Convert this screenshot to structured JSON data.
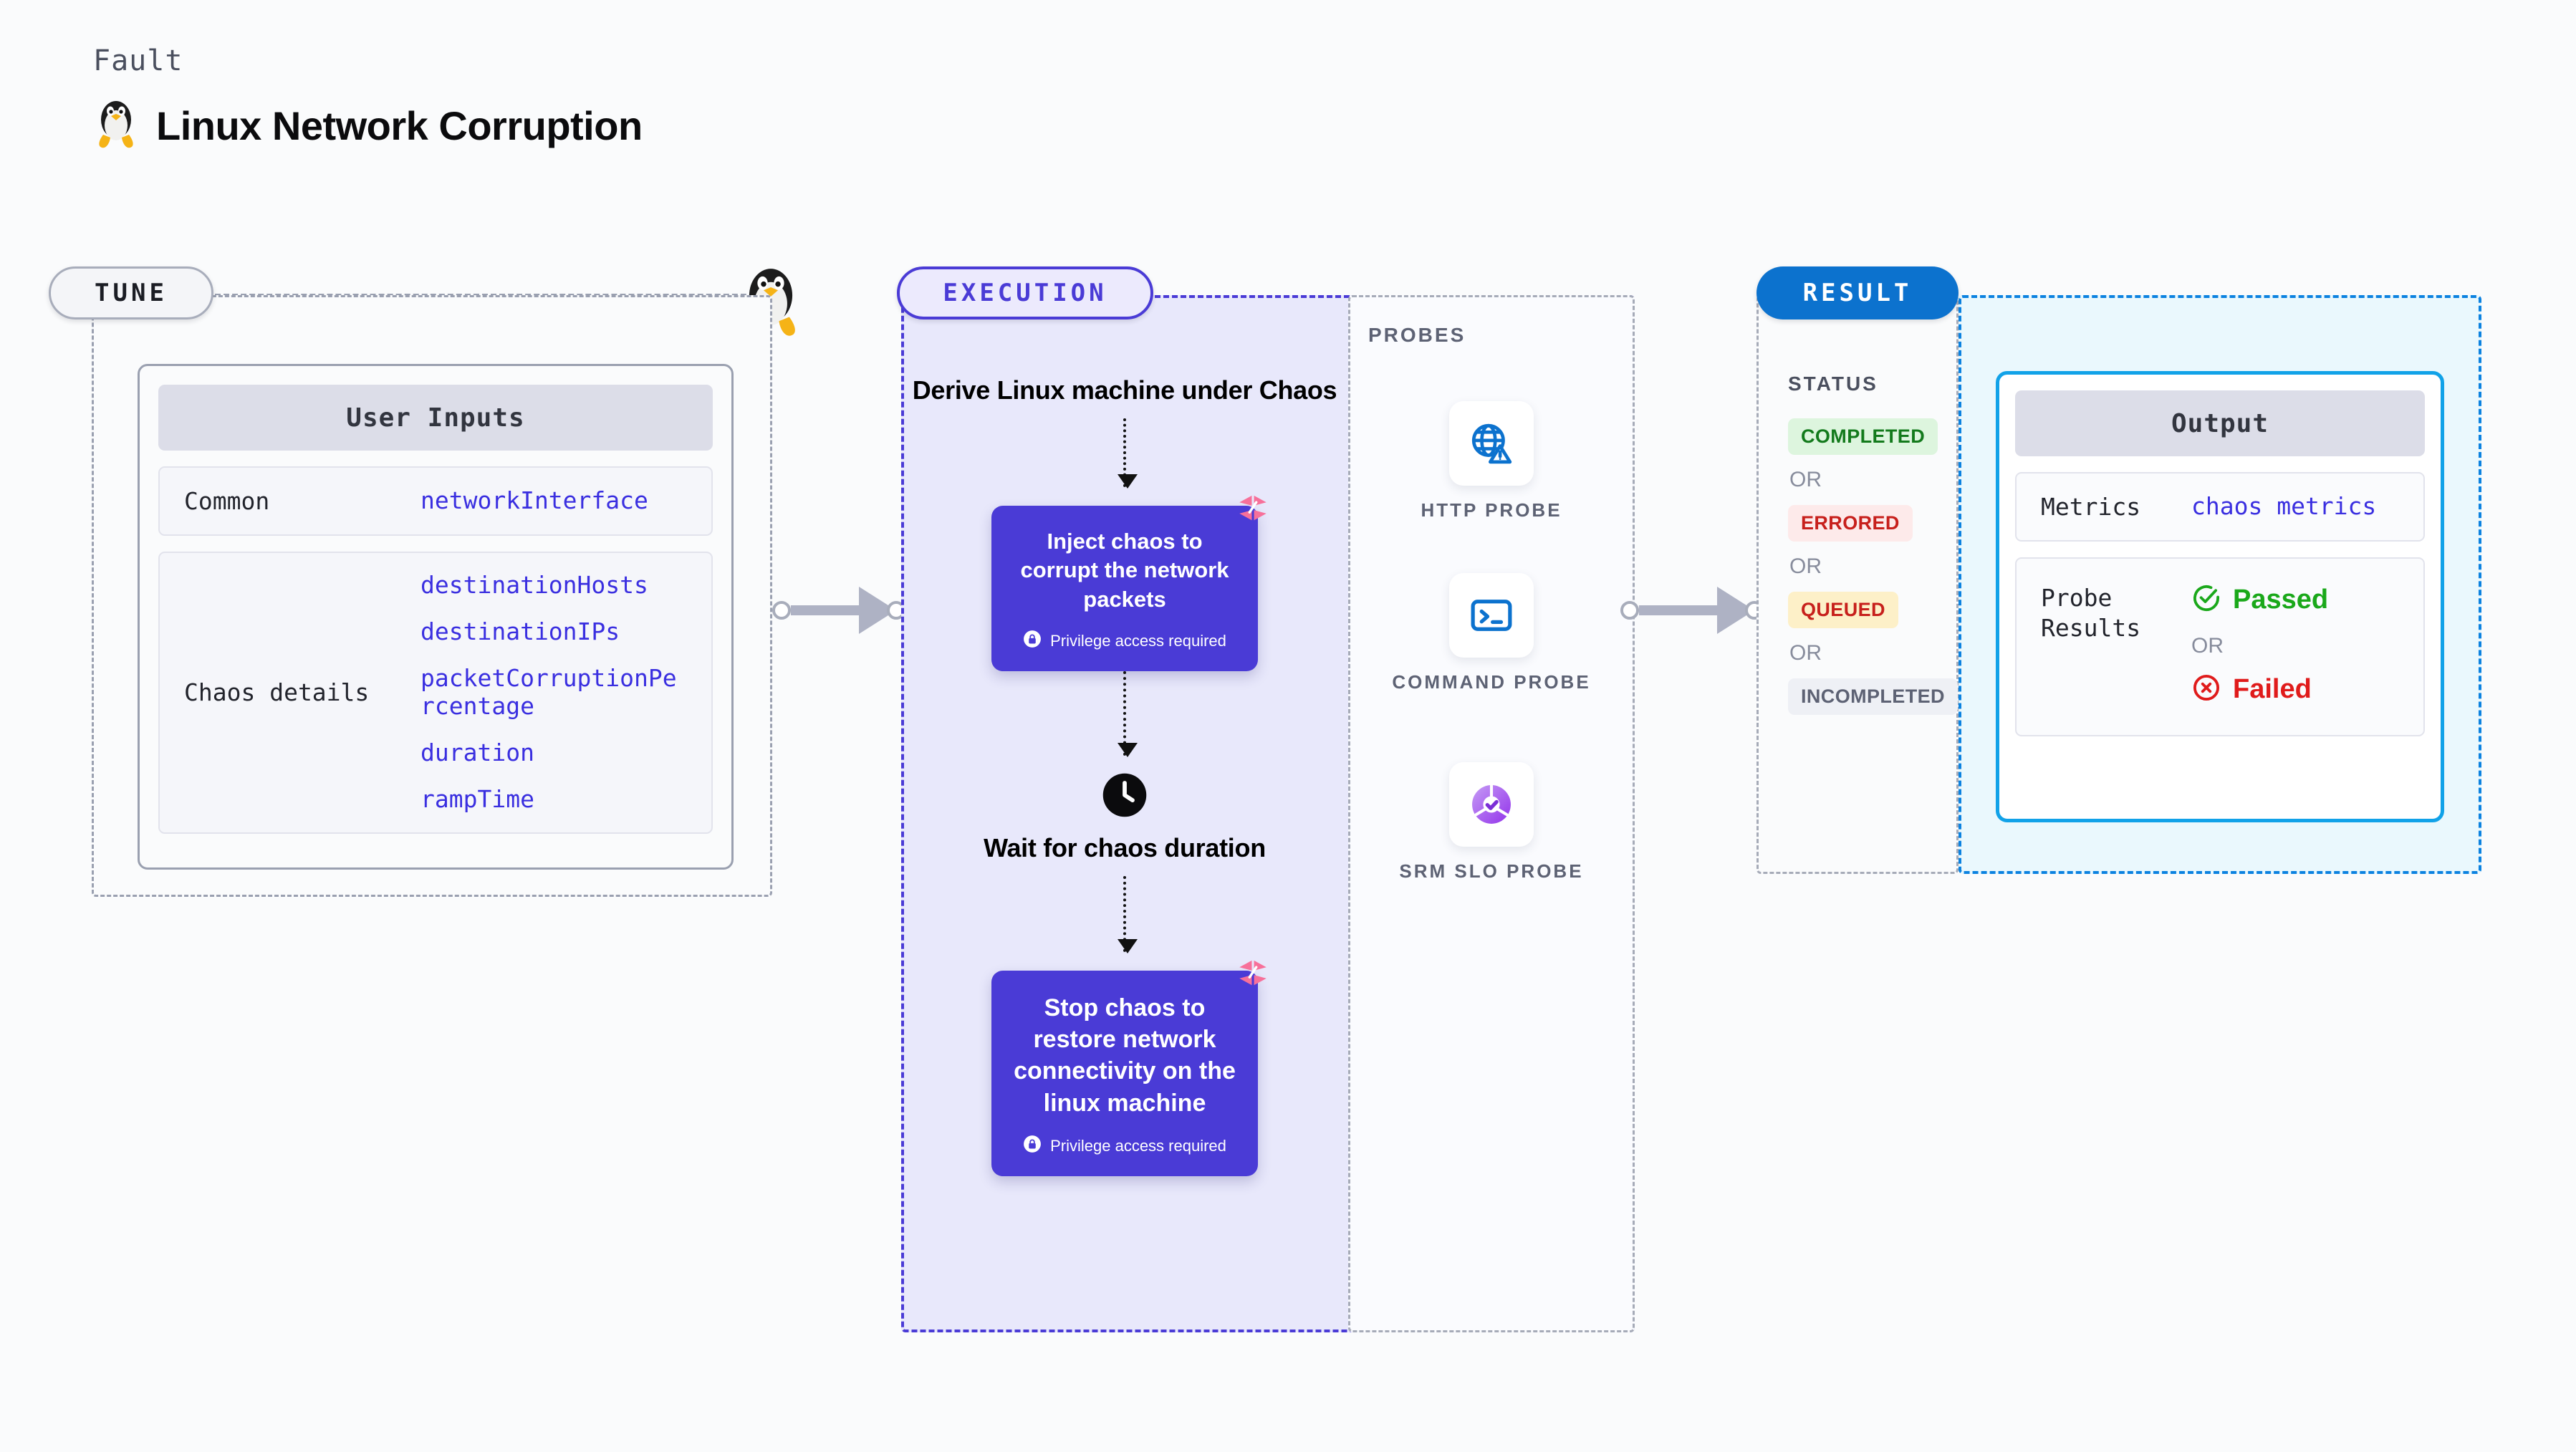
{
  "header": {
    "kicker": "Fault",
    "title": "Linux Network Corruption",
    "logo_icon": "linux-penguin-icon"
  },
  "tune": {
    "pill_label": "TUNE",
    "card_title": "User Inputs",
    "rows": [
      {
        "key": "Common",
        "values": [
          "networkInterface"
        ]
      },
      {
        "key": "Chaos details",
        "values": [
          "destinationHosts",
          "destinationIPs",
          "packetCorruptionPercentage",
          "duration",
          "rampTime"
        ]
      }
    ]
  },
  "execution": {
    "pill_label": "EXECUTION",
    "start_label": "Derive Linux machine under Chaos",
    "inject_node": {
      "text": "Inject chaos to corrupt the network packets",
      "privilege_text": "Privilege access required"
    },
    "wait_label": "Wait for chaos duration",
    "stop_node": {
      "text": "Stop chaos to restore network connectivity on the linux machine",
      "privilege_text": "Privilege access required"
    }
  },
  "probes": {
    "label": "PROBES",
    "items": [
      {
        "label": "HTTP PROBE",
        "icon": "globe-warning-icon"
      },
      {
        "label": "COMMAND PROBE",
        "icon": "terminal-icon"
      },
      {
        "label": "SRM SLO PROBE",
        "icon": "donut-check-icon"
      }
    ]
  },
  "result": {
    "pill_label": "RESULT",
    "status_label": "STATUS",
    "or_label": "OR",
    "statuses": [
      {
        "label": "COMPLETED",
        "bg": "#ddf5de",
        "fg": "#137a1c"
      },
      {
        "label": "ERRORED",
        "bg": "#fdeaea",
        "fg": "#c7201c"
      },
      {
        "label": "QUEUED",
        "bg": "#fdf0c8",
        "fg": "#c7201c"
      },
      {
        "label": "INCOMPLETED",
        "bg": "#eef0f5",
        "fg": "#5d6274"
      }
    ],
    "output": {
      "card_title": "Output",
      "metrics_key": "Metrics",
      "metrics_value": "chaos metrics",
      "probe_results_key": "Probe Results",
      "passed_label": "Passed",
      "failed_label": "Failed",
      "or_label": "OR"
    }
  },
  "colors": {
    "execution_accent": "#4a3bd6",
    "result_accent": "#0c72ce",
    "output_accent": "#11a2e8",
    "value_blue": "#3a2fe0",
    "passed_green": "#1aa81a",
    "failed_red": "#e01b1b"
  }
}
